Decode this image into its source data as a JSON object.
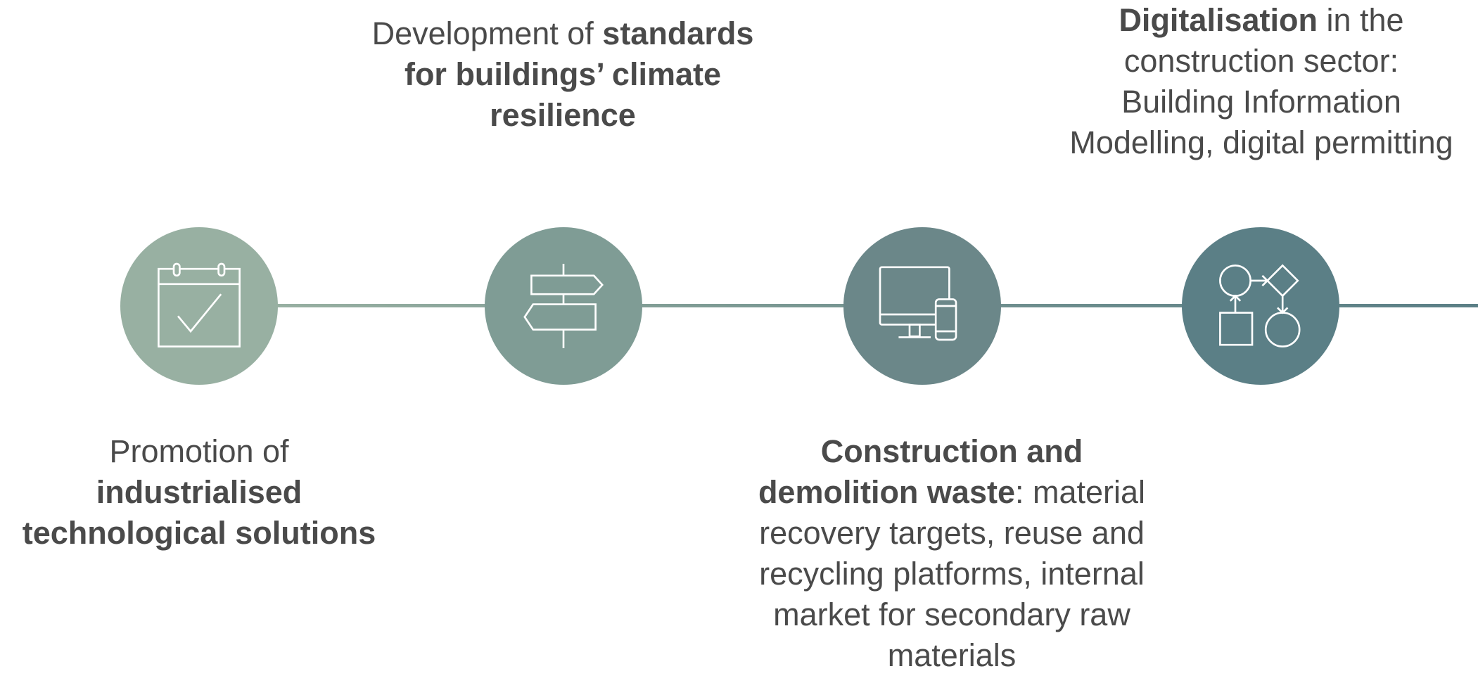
{
  "colors": {
    "node_1": "#98b0a2",
    "node_2": "#7f9c95",
    "node_3": "#6b8789",
    "node_4": "#5b7f86",
    "text": "#4a4a4a",
    "icon_stroke": "#ffffff"
  },
  "steps": [
    {
      "icon": "calendar-check-icon",
      "label": {
        "line1_plain": "Promotion of",
        "line2_bold": "industrialised",
        "line3_bold": "technological solutions"
      }
    },
    {
      "icon": "signpost-icon",
      "label": {
        "line1_plain": "Development of ",
        "line1_bold": "standards",
        "line2_bold": "for buildings’ climate",
        "line3_bold": "resilience"
      }
    },
    {
      "icon": "desktop-and-phone-icon",
      "label": {
        "line1_bold": "Construction and",
        "line2_bold": "demolition waste",
        "line2_plain": ": material",
        "line3_plain": "recovery targets, reuse and",
        "line4_plain": "recycling platforms, internal",
        "line5_plain": "market for secondary raw",
        "line6_plain": "materials"
      }
    },
    {
      "icon": "process-flowchart-icon",
      "label": {
        "line1_bold": "Digitalisation",
        "line1_plain": " in the",
        "line2_plain": "construction sector:",
        "line3_plain": "Building Information",
        "line4_plain": "Modelling, digital permitting"
      }
    }
  ]
}
